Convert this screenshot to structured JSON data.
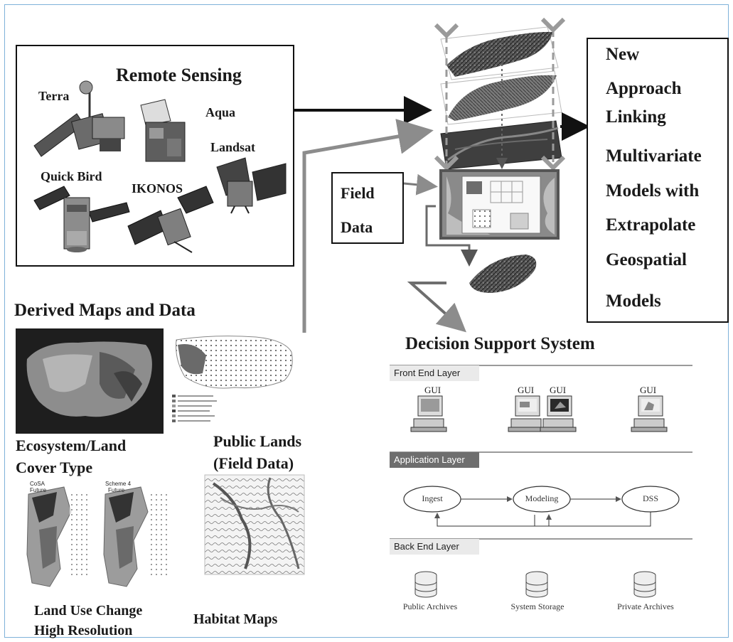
{
  "remote_sensing": {
    "title": "Remote Sensing",
    "satellites": [
      "Terra",
      "Aqua",
      "Landsat",
      "Quick Bird",
      "IKONOS"
    ]
  },
  "field_data": {
    "line1": "Field",
    "line2": "Data"
  },
  "new_approach": [
    "New",
    "Approach",
    "Linking",
    "Multivariate",
    "Models with",
    "Extrapolate",
    "Geospatial",
    "Models"
  ],
  "derived": {
    "title": "Derived Maps and Data",
    "ecosystem": [
      "Ecosystem/Land",
      "Cover Type"
    ],
    "public_lands": [
      "Public Lands",
      "(Field Data)"
    ],
    "land_use": [
      "Land Use Change",
      "High Resolution"
    ],
    "land_use_map_labels": [
      "CoSA",
      "Future",
      "Scheme 4",
      "Future"
    ],
    "habitat": "Habitat Maps"
  },
  "dss": {
    "title": "Decision Support System",
    "front_end": "Front End Layer",
    "application": "Application Layer",
    "back_end": "Back End Layer",
    "gui_label": "GUI",
    "nodes": [
      "Ingest",
      "Modeling",
      "DSS"
    ],
    "archives": [
      "Public Archives",
      "System Storage",
      "Private Archives"
    ]
  },
  "colors": {
    "frame": "#7fb2d9",
    "arrow_gray": "#8c8c8c",
    "arrow_black": "#111111"
  }
}
